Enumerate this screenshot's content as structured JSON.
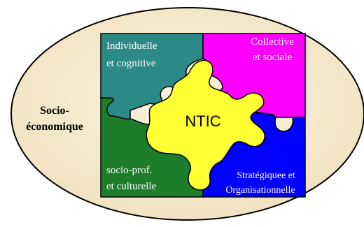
{
  "outer_label": [
    "Socio-",
    "économique"
  ],
  "center_label": "NTIC",
  "pieces": {
    "top_left": {
      "lines": [
        "Individuelle",
        "et cognitive"
      ]
    },
    "top_right": {
      "lines": [
        "Collective",
        "et sociale"
      ]
    },
    "bottom_left": {
      "lines": [
        "socio-prof.",
        "et culturelle"
      ]
    },
    "bottom_right": {
      "lines": [
        "Stratégiquee et",
        "Organisationnelle"
      ]
    }
  },
  "colors": {
    "background_oval": "#f6ebcf",
    "top_left": "#2c8a86",
    "top_right": "#ff00ff",
    "bottom_left": "#1c7d2a",
    "bottom_right": "#0000ff",
    "center": "#ffff33",
    "outline": "#000000",
    "piece_text": "#ffffff",
    "outer_text": "#000000"
  }
}
